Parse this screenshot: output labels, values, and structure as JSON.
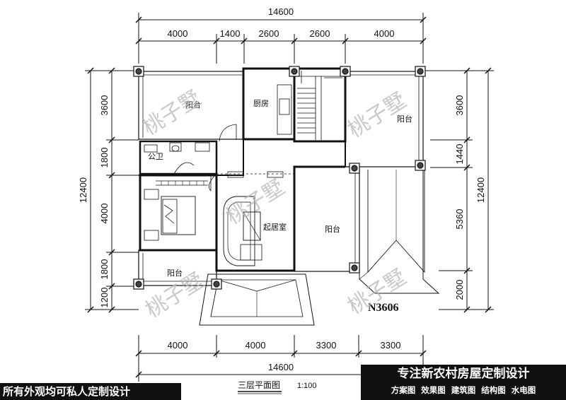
{
  "top_dims": {
    "total": "14600",
    "segments": [
      "4000",
      "1400",
      "2600",
      "2600",
      "4000"
    ]
  },
  "bottom_dims": {
    "segments": [
      "4000",
      "4000",
      "3300",
      "3300"
    ],
    "total": "14600"
  },
  "left_dims": {
    "total": "12400",
    "segments": [
      "3600",
      "1800",
      "4000",
      "1800",
      "1200"
    ]
  },
  "right_dims": {
    "total": "12400",
    "segments": [
      "3600",
      "1440",
      "5360",
      "2000"
    ]
  },
  "rooms": {
    "balcony_nw": "阳台",
    "kitchen": "厨房",
    "balcony_ne": "阳台",
    "toilet": "公卫",
    "living": "起居室",
    "balcony_e": "阳台",
    "balcony_sw": "阳台"
  },
  "plan_code": "N3606",
  "watermark": "桃子墅",
  "title": "三层平面图",
  "scale": "1:100",
  "footer_left": "所有外观均可私人定制设计",
  "footer_right_title": "专注新农村房屋定制设计",
  "footer_right_services": "方案图  效果图  建筑图  结构图  水电图"
}
